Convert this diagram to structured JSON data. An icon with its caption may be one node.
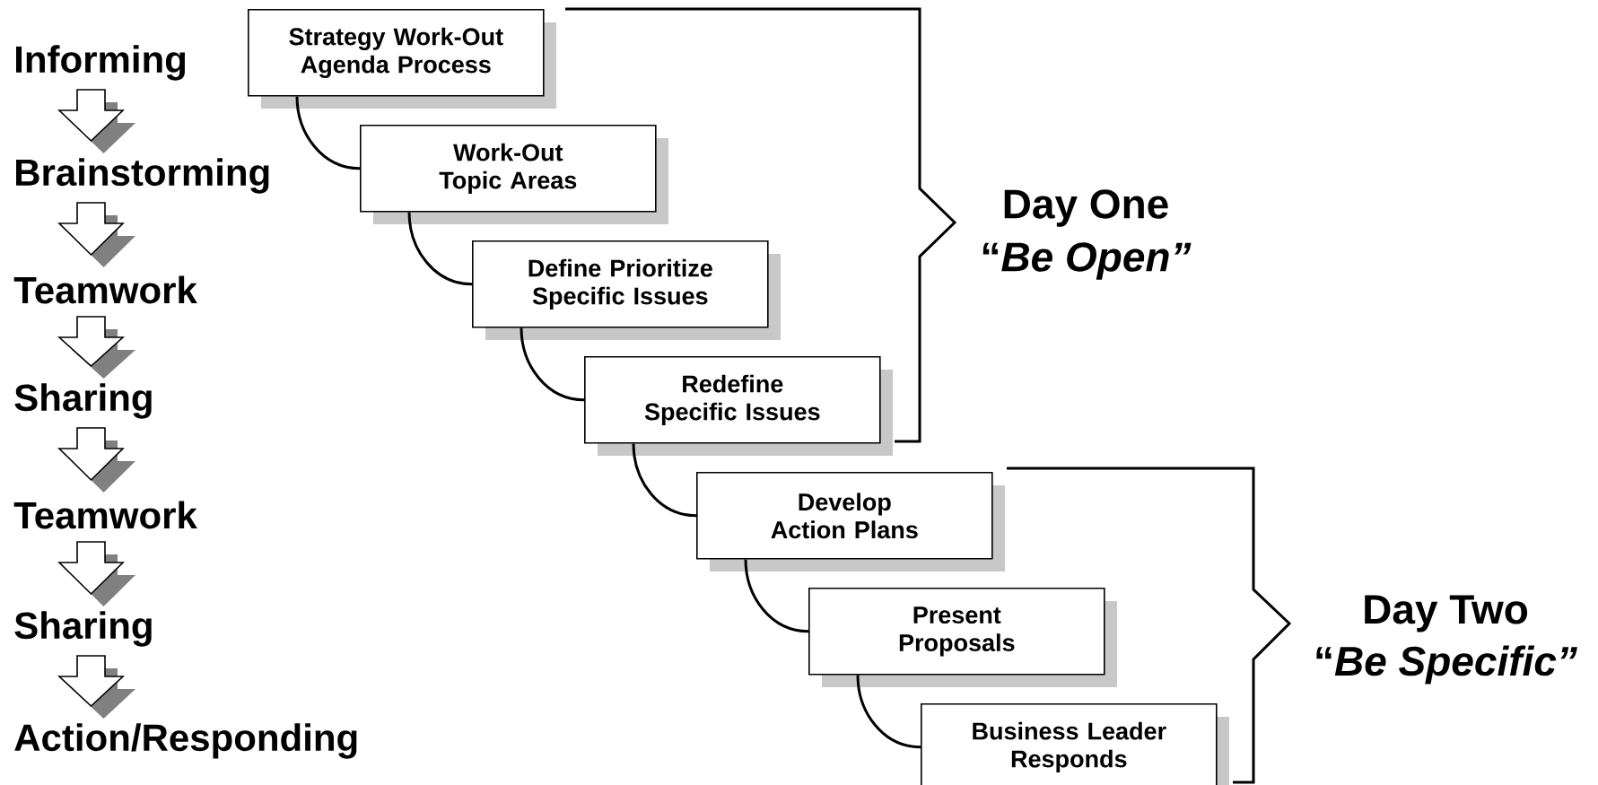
{
  "diagram": {
    "nodes": [
      {
        "text": [
          "Informing"
        ]
      },
      {
        "text": [
          "Brainstorming"
        ]
      },
      {
        "text": [
          "Teamwork"
        ]
      },
      {
        "text": [
          "Sharing"
        ]
      },
      {
        "text": [
          "Teamwork"
        ]
      },
      {
        "text": [
          "Sharing"
        ]
      },
      {
        "text": [
          "Action/Responding"
        ]
      },
      {
        "text": [
          "Strategy Work-Out Agenda Process"
        ]
      },
      {
        "text": [
          "Work-Out Topic Areas"
        ]
      },
      {
        "text": [
          "Define Prioritize Specific Issues"
        ]
      },
      {
        "text": [
          "Redefine Specific Issues"
        ]
      },
      {
        "text": [
          "Develop Action Plans"
        ]
      },
      {
        "text": [
          "Present Proposals"
        ]
      },
      {
        "text": [
          "Business Leader Responds"
        ]
      }
    ],
    "edges": [
      {
        "from": 0,
        "to": 1,
        "arrow": "to"
      },
      {
        "from": 1,
        "to": 2,
        "arrow": "to"
      },
      {
        "from": 2,
        "to": 3,
        "arrow": "to"
      },
      {
        "from": 3,
        "to": 4,
        "arrow": "to"
      },
      {
        "from": 4,
        "to": 5,
        "arrow": "to"
      },
      {
        "from": 5,
        "to": 6,
        "arrow": "to"
      },
      {
        "from": 7,
        "to": 8,
        "arrow": "none"
      },
      {
        "from": 8,
        "to": 9,
        "arrow": "none"
      },
      {
        "from": 9,
        "to": 10,
        "arrow": "none"
      },
      {
        "from": 10,
        "to": 11,
        "arrow": "none"
      },
      {
        "from": 11,
        "to": 12,
        "arrow": "none"
      },
      {
        "from": 12,
        "to": 13,
        "arrow": "none"
      }
    ],
    "labels": [
      "Day One",
      "“*Be Open”*",
      "Day Two",
      "“*Be Specific”*"
    ]
  }
}
